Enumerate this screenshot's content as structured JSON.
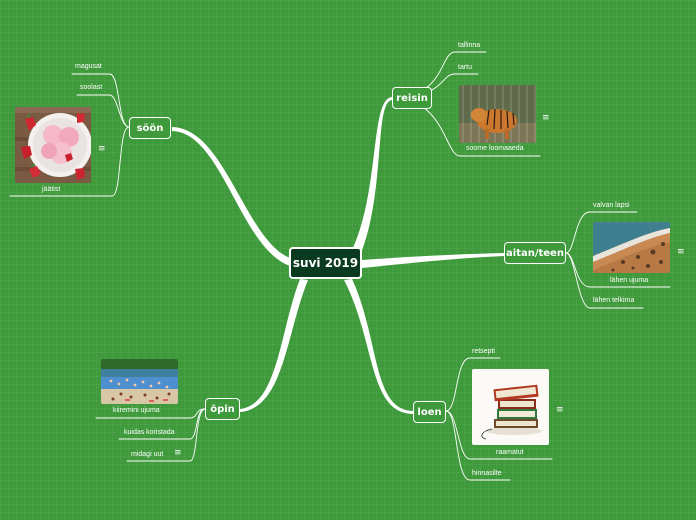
{
  "map": {
    "central": "suvi 2019",
    "topics": {
      "soom": "söön",
      "reisin": "reisin",
      "aitan": "aitan/teen",
      "loen": "loen",
      "opin": "õpin"
    },
    "soom_items": {
      "magusat": "magusat",
      "soolast": "soolast",
      "jaatist": "jäätist"
    },
    "reisin_items": {
      "tallinna": "tallinna",
      "tartu": "tartu",
      "soome": "soome loomaaeda"
    },
    "aitan_items": {
      "valvan": "valvan lapsi",
      "ujuma": "lähen ujuma",
      "telkima": "lähen telkima"
    },
    "loen_items": {
      "retsepti": "retsepti",
      "raamatut": "raamatut",
      "hinnasilte": "hinnasilte"
    },
    "opin_items": {
      "kiiremini": "kiiremini ujuma",
      "koristada": "kuidas koristada",
      "midagi": "midagi uut"
    },
    "note_icon": "≡"
  },
  "icons": {
    "note": "notes-icon"
  },
  "colors": {
    "background": "#3f9a3c",
    "central_fill": "#0a3a1f",
    "line": "#ffffff"
  }
}
